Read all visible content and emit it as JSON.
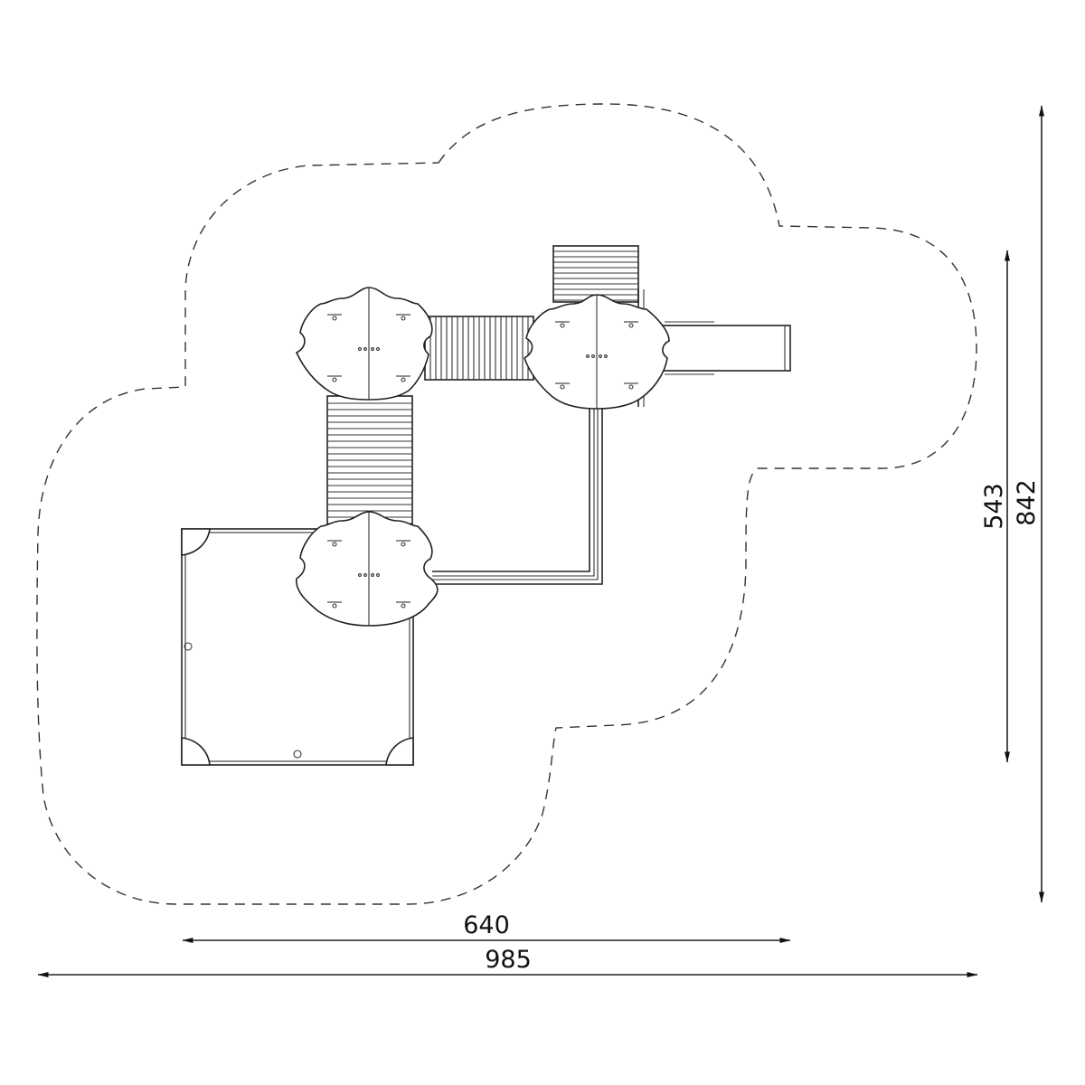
{
  "dimensions": {
    "width_inner": "640",
    "width_outer": "985",
    "height_inner": "543",
    "height_outer": "842"
  },
  "colors": {
    "line": "#222222",
    "background": "#ffffff"
  }
}
